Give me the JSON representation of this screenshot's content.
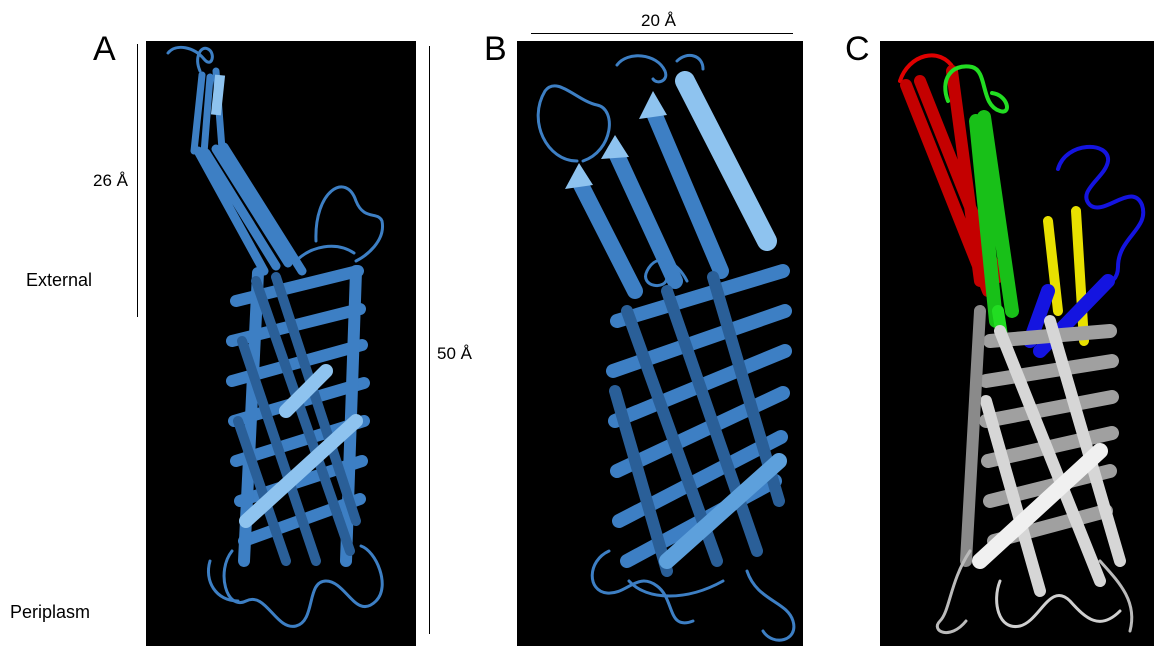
{
  "panels": {
    "a": {
      "letter": "A"
    },
    "b": {
      "letter": "B"
    },
    "c": {
      "letter": "C"
    }
  },
  "scales": {
    "loop_height": "26 Å",
    "barrel_height": "50 Å",
    "barrel_width": "20 Å"
  },
  "regions": {
    "external": "External",
    "periplasm": "Periplasm"
  },
  "colors": {
    "background": "#000000",
    "strand_blue": "#3d7fc4",
    "strand_blue_light": "#8ec3ef",
    "strand_grey": "#b8b8b8",
    "loop_red": "#e00000",
    "loop_green": "#22dd22",
    "loop_yellow": "#e8e000",
    "loop_blue": "#1414e0"
  }
}
